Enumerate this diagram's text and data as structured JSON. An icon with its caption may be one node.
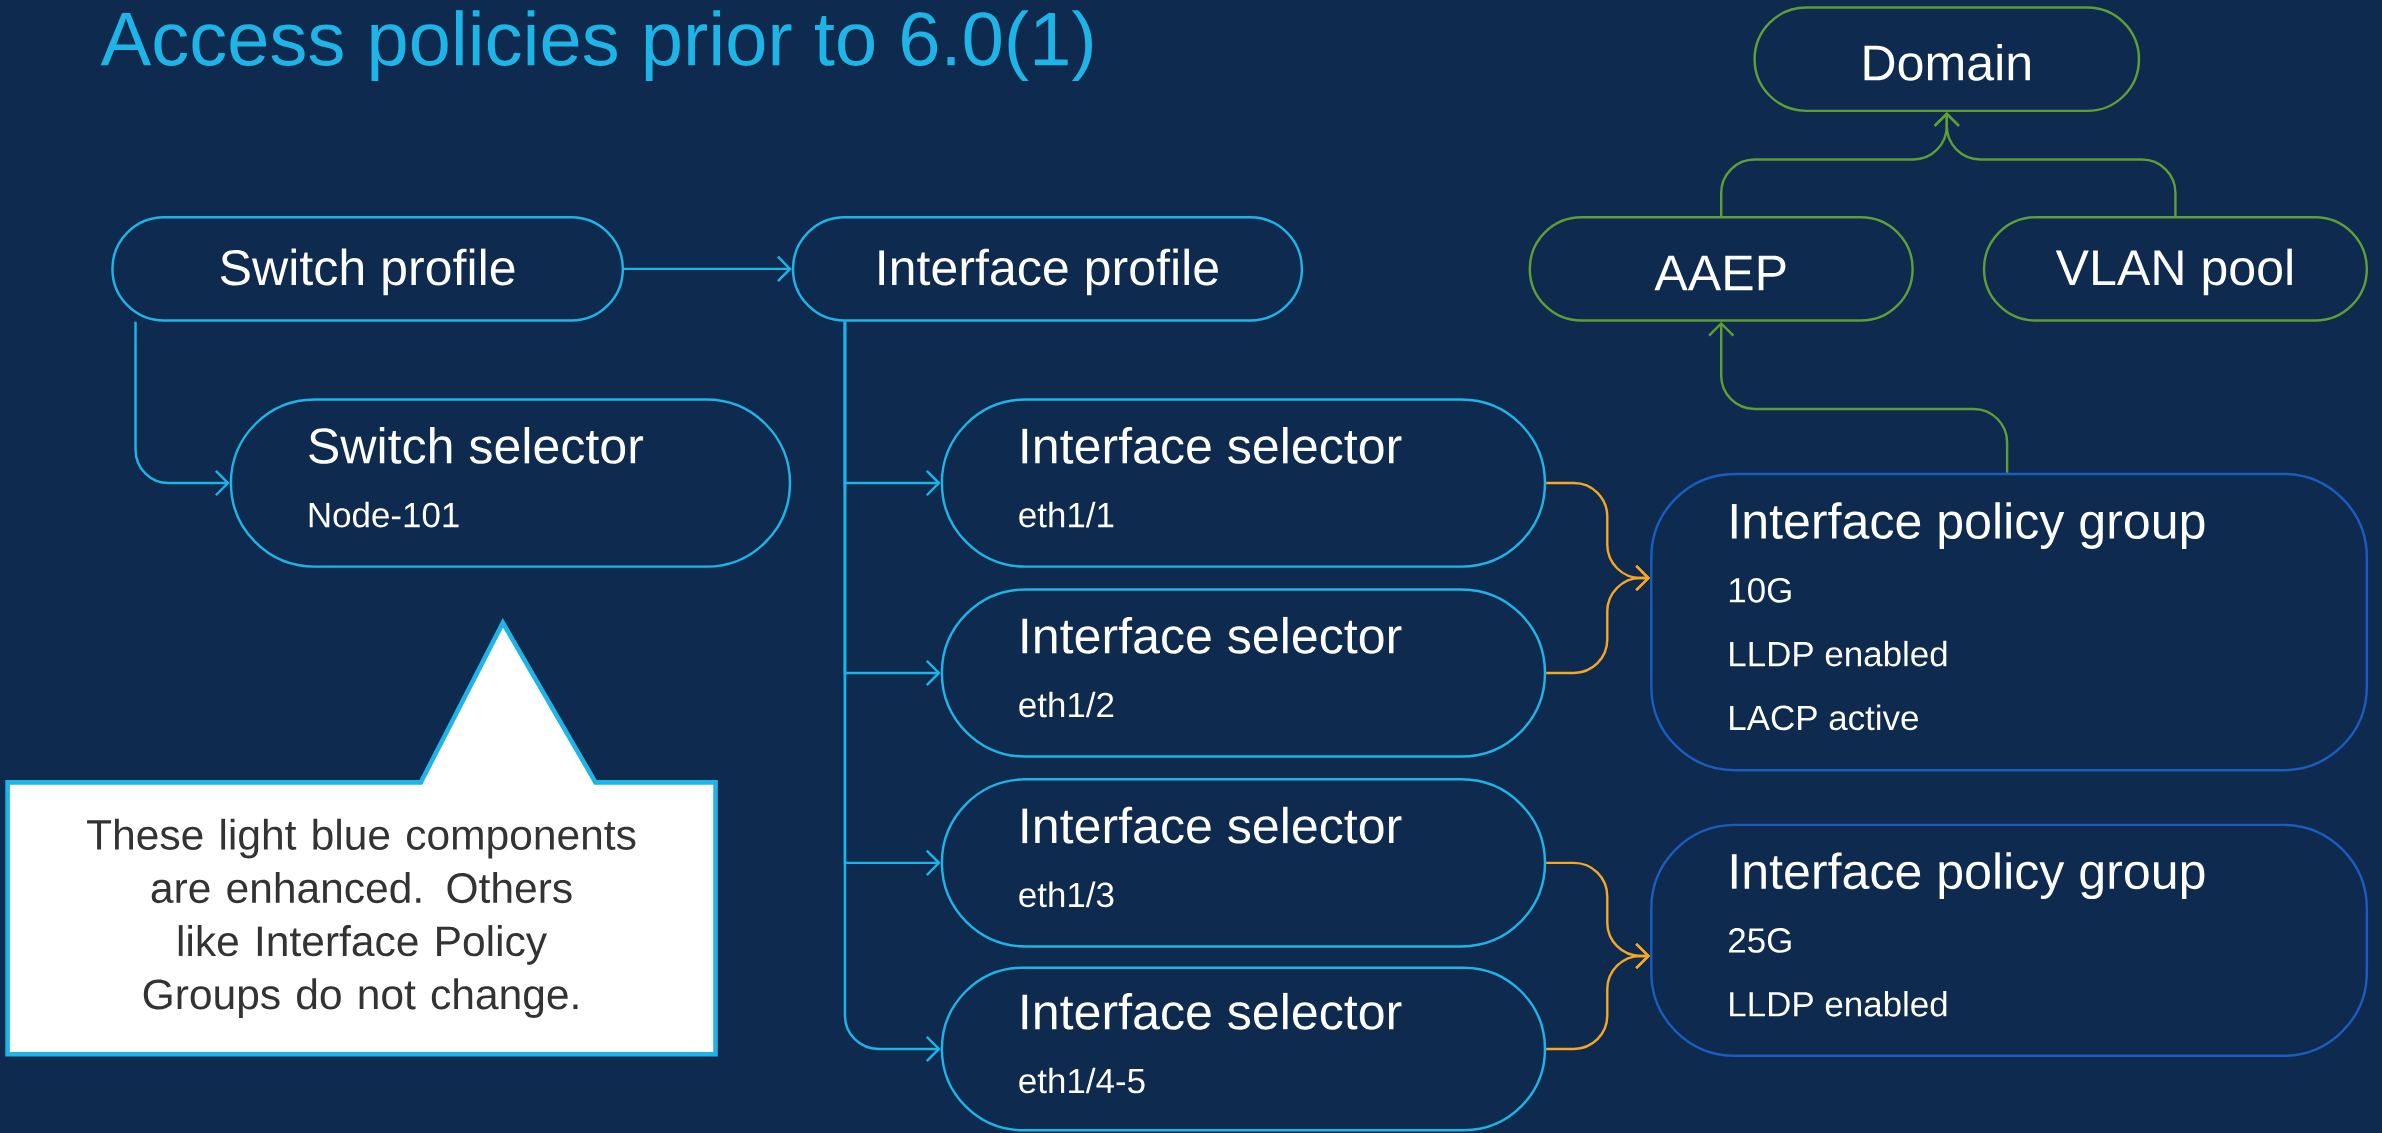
{
  "diagram": {
    "title": "Access policies prior to 6.0(1)",
    "nodes": [
      {
        "text": [
          "Switch profile"
        ]
      },
      {
        "text": [
          "Switch selector",
          "Node-101"
        ]
      },
      {
        "text": [
          "Interface profile"
        ]
      },
      {
        "text": [
          "Interface selector",
          "eth1/1"
        ]
      },
      {
        "text": [
          "Interface selector",
          "eth1/2"
        ]
      },
      {
        "text": [
          "Interface selector",
          "eth1/3"
        ]
      },
      {
        "text": [
          "Interface selector",
          "eth1/4-5"
        ]
      },
      {
        "text": [
          "Interface policy group",
          "10G",
          "LLDP enabled",
          "LACP active"
        ]
      },
      {
        "text": [
          "Interface policy group",
          "25G",
          "LLDP enabled"
        ]
      },
      {
        "text": [
          "Domain"
        ]
      },
      {
        "text": [
          "AAEP"
        ]
      },
      {
        "text": [
          "VLAN pool"
        ]
      },
      {
        "text": [
          "These light blue components are enhanced. Others like Interface Policy Groups do not change."
        ]
      }
    ],
    "edges": [
      {
        "from": 0,
        "to": 2,
        "arrow": "to"
      },
      {
        "from": 0,
        "to": 1,
        "arrow": "to"
      },
      {
        "from": 2,
        "to": 3,
        "arrow": "to"
      },
      {
        "from": 2,
        "to": 4,
        "arrow": "to"
      },
      {
        "from": 2,
        "to": 5,
        "arrow": "to"
      },
      {
        "from": 2,
        "to": 6,
        "arrow": "to"
      },
      {
        "from": 3,
        "to": 7,
        "arrow": "to",
        "color": "#f5a623"
      },
      {
        "from": 4,
        "to": 7,
        "arrow": "to",
        "color": "#f5a623"
      },
      {
        "from": 5,
        "to": 8,
        "arrow": "to",
        "color": "#f5a623"
      },
      {
        "from": 6,
        "to": 8,
        "arrow": "to",
        "color": "#f5a623"
      },
      {
        "from": 7,
        "to": 10,
        "arrow": "to",
        "color": "#5f9e35"
      },
      {
        "from": 10,
        "to": 9,
        "arrow": "to",
        "color": "#5f9e35"
      },
      {
        "from": 11,
        "to": 9,
        "arrow": "to",
        "color": "#5f9e35"
      }
    ]
  }
}
